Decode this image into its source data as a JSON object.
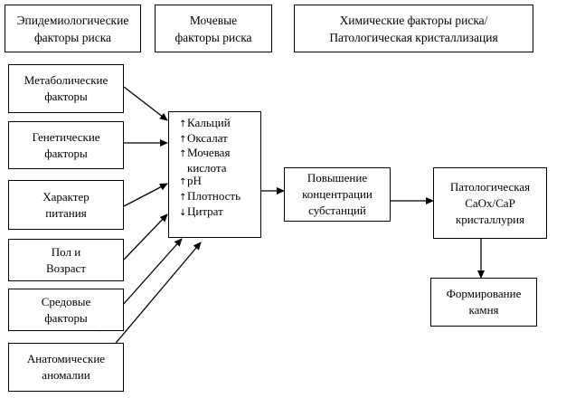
{
  "headers": {
    "epidemiological": [
      "Эпидемиологические",
      "факторы риска"
    ],
    "urinary": [
      "Мочевые",
      "факторы риска"
    ],
    "chemical": [
      "Химические факторы риска/",
      "Патологическая кристаллизация"
    ]
  },
  "factors": {
    "metabolic": [
      "Метаболические",
      "факторы"
    ],
    "genetic": [
      "Генетические",
      "факторы"
    ],
    "diet": [
      "Характер",
      "питания"
    ],
    "sex_age": [
      "Пол и",
      "Возраст"
    ],
    "environment": [
      "Средовые",
      "факторы"
    ],
    "anatomic": [
      "Анатомические",
      "аномалии"
    ]
  },
  "urine_list": [
    {
      "arrow": "↑",
      "text": "Кальций"
    },
    {
      "arrow": "↑",
      "text": "Оксалат"
    },
    {
      "arrow": "↑",
      "text": "Мочевая"
    },
    {
      "arrow": "",
      "text": "кислота"
    },
    {
      "arrow": "↑",
      "text": "pH"
    },
    {
      "arrow": "↑",
      "text": "Плотность"
    },
    {
      "arrow": "↓",
      "text": "Цитрат"
    }
  ],
  "flow": {
    "concentration": [
      "Повышение",
      "концентрации",
      "субстанций"
    ],
    "crystalluria": [
      "Патологическая",
      "CaOx/CaP",
      "кристаллурия"
    ],
    "stone": [
      "Формирование",
      "камня"
    ]
  }
}
